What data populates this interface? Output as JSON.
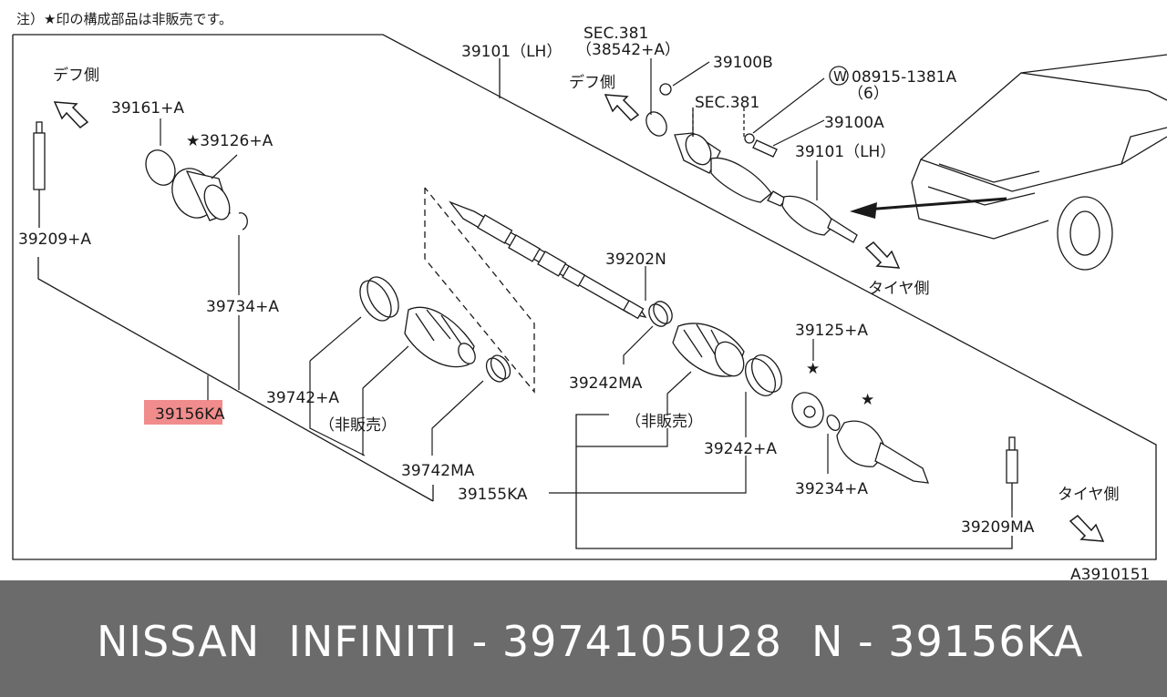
{
  "note": "注）★印の構成部品は非販売です。",
  "directions": {
    "diff_side_left": "デフ側",
    "diff_side_right": "デフ側",
    "tire_side_upper": "タイヤ側",
    "tire_side_lower": "タイヤ側"
  },
  "callouts": {
    "p39161A": "39161+A",
    "p39126A": "★39126+A",
    "p39209A": "39209+A",
    "p39734A": "39734+A",
    "p39742A": "39742+A",
    "p39156KA": "39156KA",
    "not_sold_left": "（非販売）",
    "p39742MA": "39742MA",
    "p39101LH_top": "39101（LH）",
    "sec381_a": "SEC.381",
    "p38542A": "（38542+A）",
    "p39100B": "39100B",
    "sec381_b": "SEC.381",
    "w_badge": "W",
    "p08915": "08915-1381A",
    "qty6": "（6）",
    "p39100A": "39100A",
    "p39101LH_mid": "39101（LH）",
    "p39202N": "39202N",
    "p39242MA": "39242MA",
    "not_sold_mid": "（非販売）",
    "p39242A": "39242+A",
    "p39155KA": "39155KA",
    "p39125A": "39125+A",
    "star_a": "★",
    "star_b": "★",
    "p39234A": "39234+A",
    "p39209MA": "39209MA"
  },
  "diagram_code": "A3910151",
  "highlight_color": "#f08080",
  "footer": {
    "brand_title": "NISSAN  INFINITI - 3974105U28",
    "part_code": "N - 39156KA"
  }
}
